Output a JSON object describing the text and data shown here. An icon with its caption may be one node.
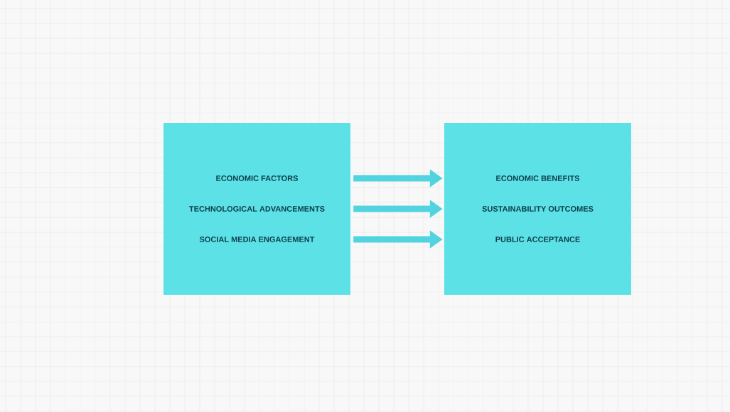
{
  "diagram": {
    "nodes": [
      {
        "text": [
          "ECONOMIC FACTORS",
          "TECHNOLOGICAL ADVANCEMENTS",
          "SOCIAL MEDIA ENGAGEMENT"
        ]
      },
      {
        "text": [
          "ECONOMIC BENEFITS",
          "SUSTAINABILITY OUTCOMES",
          "PUBLIC ACCEPTANCE"
        ]
      }
    ],
    "edges": [
      {
        "from": 0,
        "to": 1,
        "arrow": "to"
      },
      {
        "from": 0,
        "to": 1,
        "arrow": "to"
      },
      {
        "from": 0,
        "to": 1,
        "arrow": "to"
      }
    ]
  }
}
